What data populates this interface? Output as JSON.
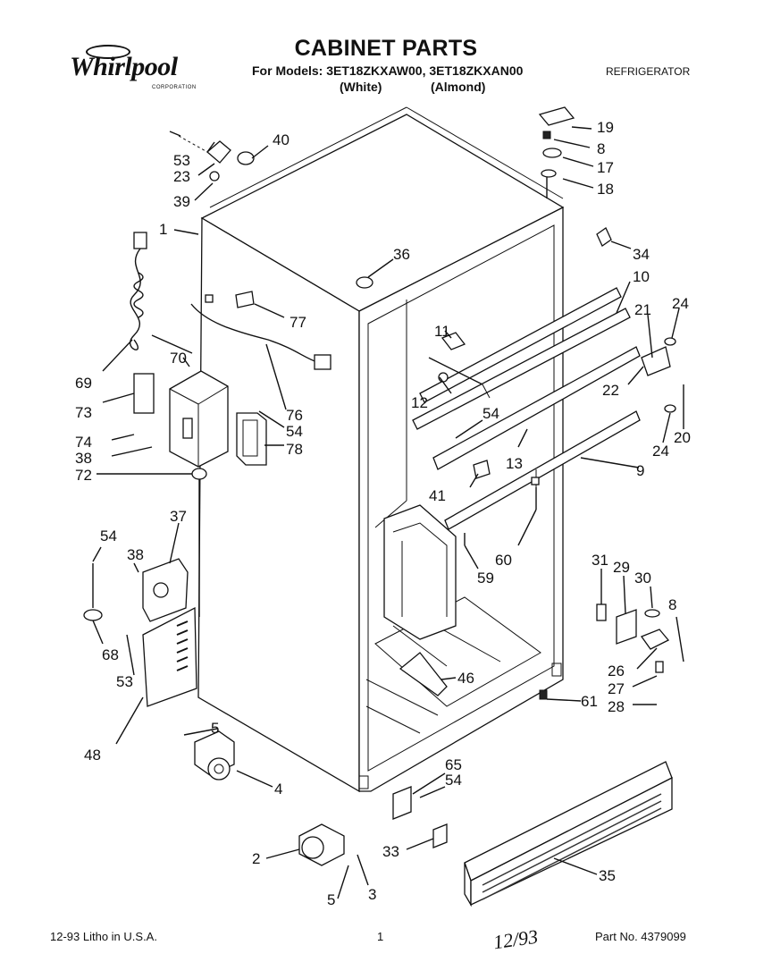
{
  "header": {
    "brand": "Whirlpool",
    "brand_sub": "CORPORATION",
    "title": "CABINET PARTS",
    "models": "For Models: 3ET18ZKXAW00, 3ET18ZKXAN00",
    "color_white": "(White)",
    "color_almond": "(Almond)",
    "category": "REFRIGERATOR"
  },
  "footer": {
    "litho": "12-93 Litho in U.S.A.",
    "page": "1",
    "date_handwritten": "12/93",
    "part_no": "Part No. 4379099"
  },
  "callouts": {
    "c1": "1",
    "c2": "2",
    "c3": "3",
    "c4": "4",
    "c5a": "5",
    "c5b": "5",
    "c8a": "8",
    "c8b": "8",
    "c9": "9",
    "c10": "10",
    "c11": "11",
    "c12": "12",
    "c13": "13",
    "c17": "17",
    "c18": "18",
    "c19": "19",
    "c20": "20",
    "c21": "21",
    "c22": "22",
    "c23": "23",
    "c24a": "24",
    "c24b": "24",
    "c26": "26",
    "c27": "27",
    "c28": "28",
    "c29": "29",
    "c30": "30",
    "c31": "31",
    "c33": "33",
    "c34": "34",
    "c35": "35",
    "c36": "36",
    "c37": "37",
    "c38a": "38",
    "c38b": "38",
    "c39": "39",
    "c40": "40",
    "c41": "41",
    "c46": "46",
    "c48": "48",
    "c53a": "53",
    "c53b": "53",
    "c54a": "54",
    "c54b": "54",
    "c54c": "54",
    "c54d": "54",
    "c59": "59",
    "c60": "60",
    "c61": "61",
    "c65": "65",
    "c68": "68",
    "c69": "69",
    "c70": "70",
    "c72": "72",
    "c73": "73",
    "c74": "74",
    "c76": "76",
    "c77": "77",
    "c78": "78"
  }
}
